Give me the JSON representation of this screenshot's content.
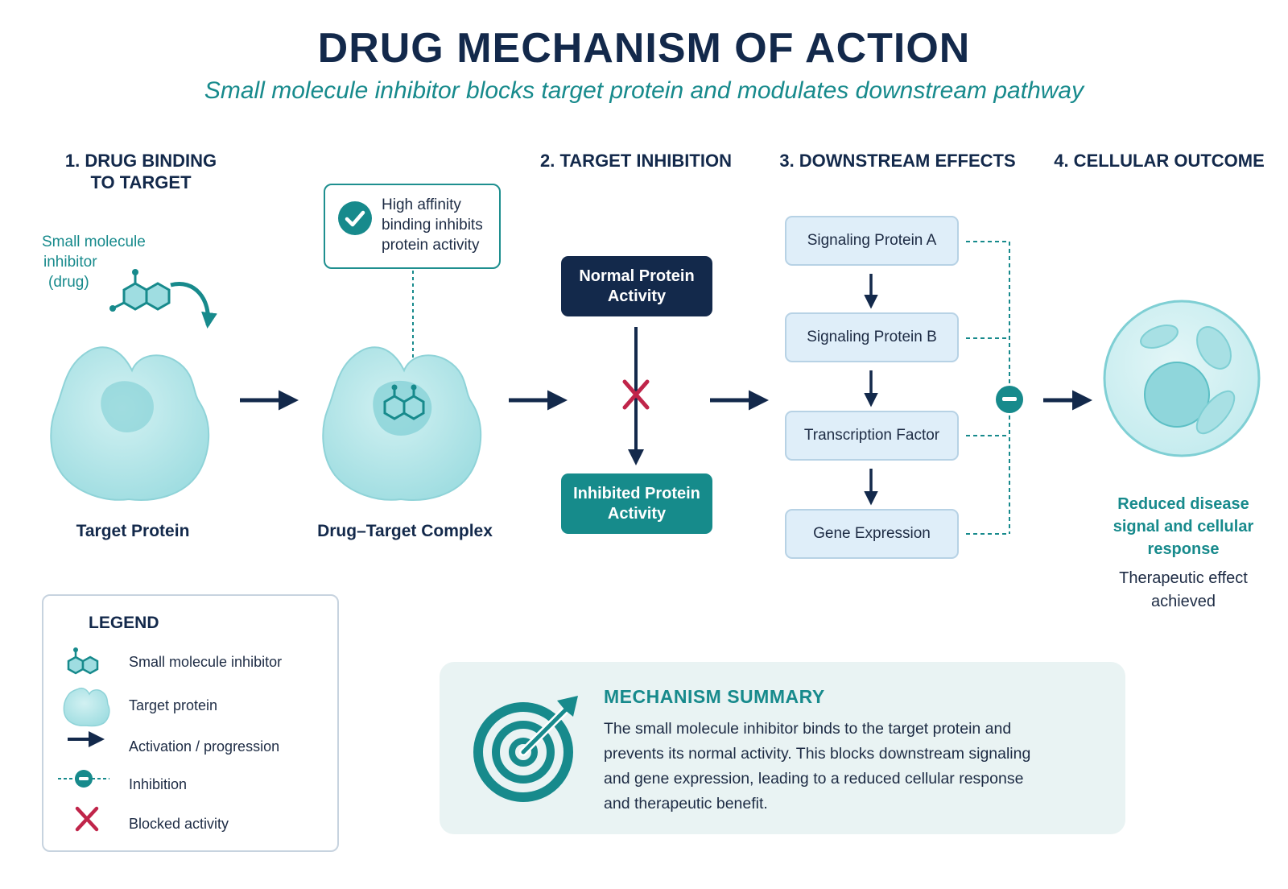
{
  "title": "DRUG MECHANISM OF ACTION",
  "subtitle": "Small molecule inhibitor blocks target protein and modulates downstream pathway",
  "steps": [
    {
      "heading_line1": "1. DRUG BINDING",
      "heading_line2": "TO TARGET"
    },
    {
      "heading": "2. TARGET INHIBITION"
    },
    {
      "heading": "3. DOWNSTREAM EFFECTS"
    },
    {
      "heading": "4. CELLULAR OUTCOME"
    }
  ],
  "drug_label": {
    "line1": "Small molecule",
    "line2": "inhibitor",
    "line3": "(drug)"
  },
  "target_protein_label": "Target Protein",
  "complex_label": "Drug–Target Complex",
  "callout": {
    "line1": "High affinity",
    "line2": "binding inhibits",
    "line3": "protein activity"
  },
  "normal_activity": {
    "line1": "Normal Protein",
    "line2": "Activity"
  },
  "inhibited_activity": {
    "line1": "Inhibited Protein",
    "line2": "Activity"
  },
  "pathway": [
    "Signaling Protein A",
    "Signaling Protein B",
    "Transcription Factor",
    "Gene Expression"
  ],
  "outcome": {
    "highlight_line1": "Reduced disease",
    "highlight_line2": "signal and cellular",
    "highlight_line3": "response",
    "effect_line1": "Therapeutic effect",
    "effect_line2": "achieved"
  },
  "legend": {
    "title": "LEGEND",
    "items": [
      "Small molecule inhibitor",
      "Target protein",
      "Activation / progression",
      "Inhibition",
      "Blocked activity"
    ]
  },
  "summary": {
    "title": "MECHANISM SUMMARY",
    "line1": "The small molecule inhibitor binds to the target protein and",
    "line2": "prevents its normal activity. This blocks downstream signaling",
    "line3": "and gene expression, leading to a reduced cellular response",
    "line4": "and therapeutic benefit."
  },
  "colors": {
    "navy": "#13294b",
    "teal": "#178a8c",
    "protein": "#aee3e6",
    "block_red": "#c0254a",
    "signal_box": "#dfeef9"
  }
}
